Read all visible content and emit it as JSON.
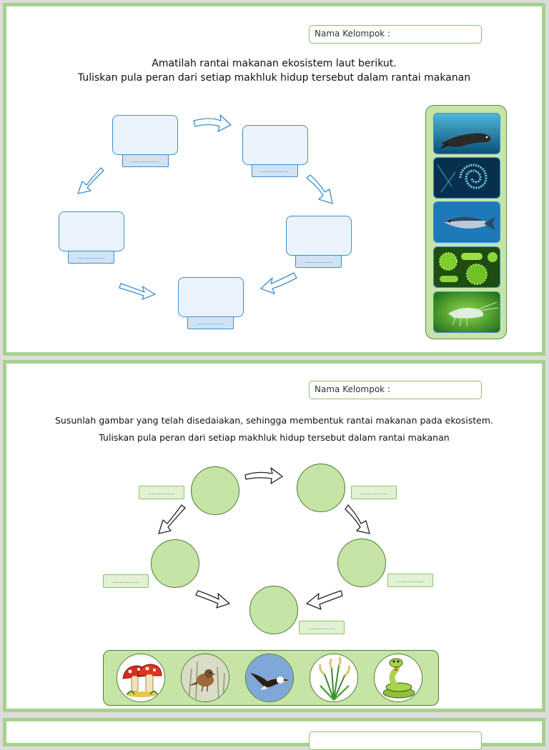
{
  "slide1": {
    "name_label": "Nama Kelompok :",
    "title_line1": "Amatilah rantai makanan ekosistem laut berikut.",
    "title_line2": "Tuliskan pula peran dari setiap makhluk hidup tersebut dalam rantai makanan",
    "label_placeholder": "...............",
    "images": [
      "seal-image",
      "plankton-image",
      "tuna-image",
      "bacteria-image",
      "shrimp-image"
    ]
  },
  "slide2": {
    "name_label": "Nama Kelompok :",
    "title_line1": "Susunlah gambar yang telah disedaiakan, sehingga membentuk rantai makanan pada ekosistem.",
    "title_line2": "Tuliskan pula peran dari setiap makhluk hidup tersebut dalam rantai makanan",
    "label_placeholder": "...............",
    "images": [
      "mushroom-image",
      "sparrow-image",
      "eagle-image",
      "rice-plant-image",
      "snake-image"
    ]
  },
  "colors": {
    "slide_border": "#a8d18d",
    "box_blue": "#3a8fd0",
    "box_fill": "#eaf3fb",
    "circle_green": "#c5e4a5",
    "outline_green": "#4d7a34"
  }
}
